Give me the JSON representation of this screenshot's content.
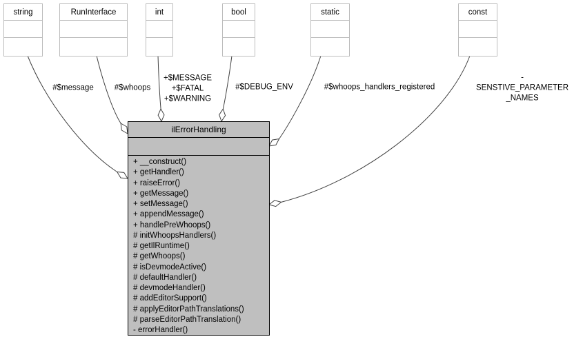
{
  "diagram": {
    "type_nodes": [
      {
        "id": "string",
        "label": "string"
      },
      {
        "id": "runinterface",
        "label": "RunInterface"
      },
      {
        "id": "int",
        "label": "int"
      },
      {
        "id": "bool",
        "label": "bool"
      },
      {
        "id": "static",
        "label": "static"
      },
      {
        "id": "const",
        "label": "const"
      }
    ],
    "edge_labels": [
      {
        "id": "message",
        "text": "#$message"
      },
      {
        "id": "whoops",
        "text": "#$whoops"
      },
      {
        "id": "level-constants",
        "text": "+$MESSAGE\n+$FATAL\n+$WARNING"
      },
      {
        "id": "debug-env",
        "text": "#$DEBUG_ENV"
      },
      {
        "id": "whoops-handlers-registered",
        "text": "#$whoops_handlers_registered"
      },
      {
        "id": "sensitive-parameter-names",
        "text": "-SENSTIVE_PARAMETER\n_NAMES"
      }
    ],
    "main_class": {
      "name": "ilErrorHandling",
      "methods": [
        "+ __construct()",
        "+ getHandler()",
        "+ raiseError()",
        "+ getMessage()",
        "+ setMessage()",
        "+ appendMessage()",
        "+ handlePreWhoops()",
        "# initWhoopsHandlers()",
        "# getIlRuntime()",
        "# getWhoops()",
        "# isDevmodeActive()",
        "# defaultHandler()",
        "# devmodeHandler()",
        "# addEditorSupport()",
        "# applyEditorPathTranslations()",
        "# parseEditorPathTranslation()",
        "- errorHandler()"
      ]
    },
    "colors": {
      "background": "#ffffff",
      "type_node_fill": "#ffffff",
      "type_node_border": "#bcbcbc",
      "class_fill": "#bfbfbf",
      "class_border": "#000000",
      "edge_stroke": "#404040",
      "diamond_fill": "#ffffff",
      "text": "#000000"
    }
  }
}
